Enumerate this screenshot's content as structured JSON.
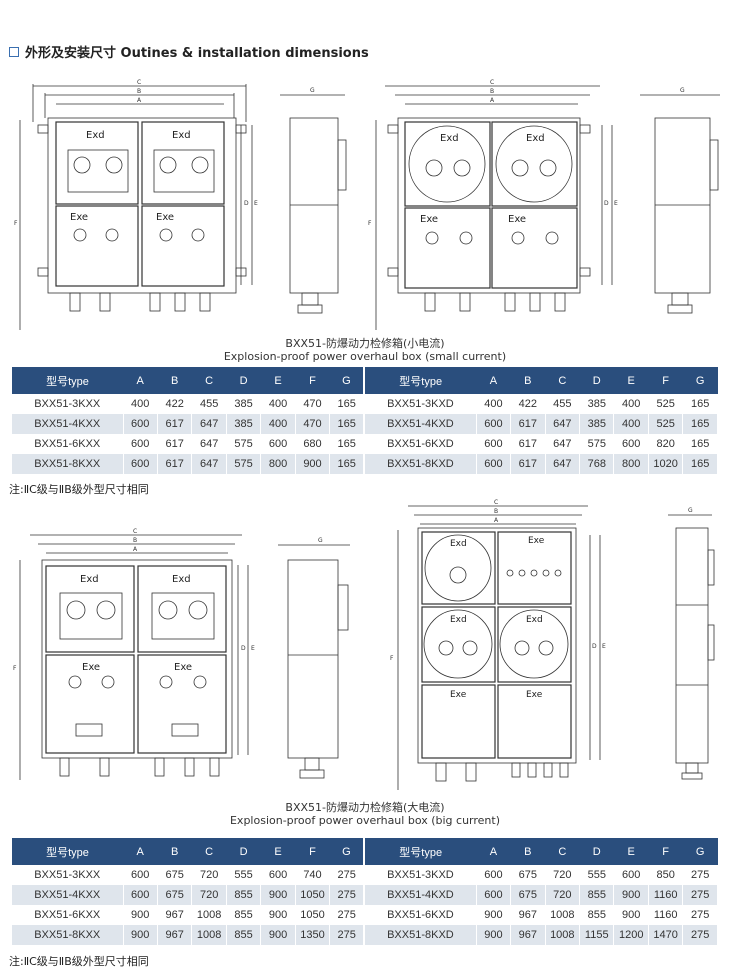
{
  "heading": "外形及安装尺寸 Outines & installation dimensions",
  "labels": {
    "exd": "Exd",
    "exe": "Exe",
    "a": "A",
    "b": "B",
    "c": "C",
    "d": "D",
    "e": "E",
    "f": "F",
    "g": "G"
  },
  "small": {
    "caption_cn": "BXX51-防爆动力检修箱(小电流)",
    "caption_en": "Explosion-proof power overhaul box (small current)",
    "headers": [
      "型号type",
      "A",
      "B",
      "C",
      "D",
      "E",
      "F",
      "G"
    ],
    "left_rows": [
      [
        "BXX51-3KXX",
        "400",
        "422",
        "455",
        "385",
        "400",
        "470",
        "165"
      ],
      [
        "BXX51-4KXX",
        "600",
        "617",
        "647",
        "385",
        "400",
        "470",
        "165"
      ],
      [
        "BXX51-6KXX",
        "600",
        "617",
        "647",
        "575",
        "600",
        "680",
        "165"
      ],
      [
        "BXX51-8KXX",
        "600",
        "617",
        "647",
        "575",
        "800",
        "900",
        "165"
      ]
    ],
    "right_rows": [
      [
        "BXX51-3KXD",
        "400",
        "422",
        "455",
        "385",
        "400",
        "525",
        "165"
      ],
      [
        "BXX51-4KXD",
        "600",
        "617",
        "647",
        "385",
        "400",
        "525",
        "165"
      ],
      [
        "BXX51-6KXD",
        "600",
        "617",
        "647",
        "575",
        "600",
        "820",
        "165"
      ],
      [
        "BXX51-8KXD",
        "600",
        "617",
        "647",
        "768",
        "800",
        "1020",
        "165"
      ]
    ],
    "note": "注:ⅡC级与ⅡB级外型尺寸相同"
  },
  "big": {
    "caption_cn": "BXX51-防爆动力检修箱(大电流)",
    "caption_en": "Explosion-proof power overhaul box (big current)",
    "headers": [
      "型号type",
      "A",
      "B",
      "C",
      "D",
      "E",
      "F",
      "G"
    ],
    "left_rows": [
      [
        "BXX51-3KXX",
        "600",
        "675",
        "720",
        "555",
        "600",
        "740",
        "275"
      ],
      [
        "BXX51-4KXX",
        "600",
        "675",
        "720",
        "855",
        "900",
        "1050",
        "275"
      ],
      [
        "BXX51-6KXX",
        "900",
        "967",
        "1008",
        "855",
        "900",
        "1050",
        "275"
      ],
      [
        "BXX51-8KXX",
        "900",
        "967",
        "1008",
        "855",
        "900",
        "1350",
        "275"
      ]
    ],
    "right_rows": [
      [
        "BXX51-3KXD",
        "600",
        "675",
        "720",
        "555",
        "600",
        "850",
        "275"
      ],
      [
        "BXX51-4KXD",
        "600",
        "675",
        "720",
        "855",
        "900",
        "1160",
        "275"
      ],
      [
        "BXX51-6KXD",
        "900",
        "967",
        "1008",
        "855",
        "900",
        "1160",
        "275"
      ],
      [
        "BXX51-8KXD",
        "900",
        "967",
        "1008",
        "1155",
        "1200",
        "1470",
        "275"
      ]
    ],
    "note": "注:ⅡC级与ⅡB级外型尺寸相同"
  }
}
